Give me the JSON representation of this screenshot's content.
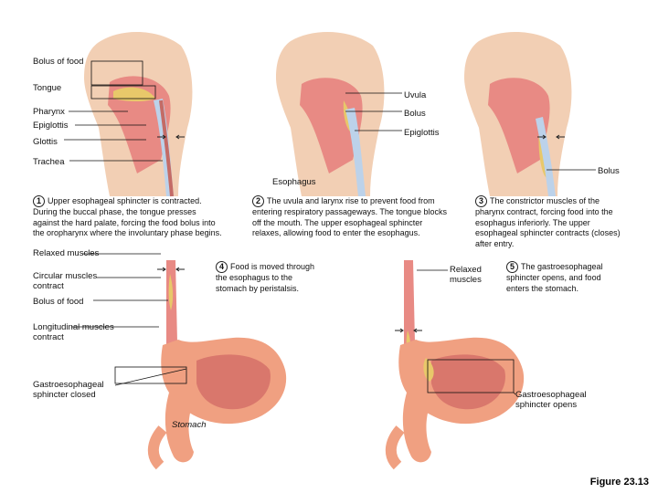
{
  "labels": {
    "bolus_of_food_top": "Bolus of food",
    "tongue": "Tongue",
    "pharynx": "Pharynx",
    "epiglottis_left": "Epiglottis",
    "glottis": "Glottis",
    "trachea": "Trachea",
    "uvula": "Uvula",
    "bolus_mid": "Bolus",
    "epiglottis_mid": "Epiglottis",
    "esophagus": "Esophagus",
    "bolus_right": "Bolus",
    "relaxed_muscles_left": "Relaxed muscles",
    "circular_muscles": "Circular muscles contract",
    "bolus_of_food_left": "Bolus of food",
    "longitudinal_muscles": "Longitudinal muscles contract",
    "gastro_closed": "Gastroesophageal sphincter closed",
    "stomach": "Stomach",
    "relaxed_muscles_right": "Relaxed muscles",
    "gastro_opens": "Gastroesophageal sphincter opens"
  },
  "steps": [
    {
      "number": "1",
      "text": "Upper esophageal sphincter is contracted. During the buccal phase, the tongue presses against the hard palate, forcing the food bolus into the oropharynx where the involuntary phase begins."
    },
    {
      "number": "2",
      "text": "The uvula and larynx rise to prevent food from entering respiratory passageways. The tongue blocks off the mouth. The upper esophageal sphincter relaxes, allowing food to enter the esophagus."
    },
    {
      "number": "3",
      "text": "The constrictor muscles of the pharynx contract, forcing food into the esophagus inferiorly. The upper esophageal sphincter contracts (closes) after entry."
    },
    {
      "number": "4",
      "text": "Food is moved through the esophagus to the stomach by peristalsis."
    },
    {
      "number": "5",
      "text": "The gastroesophageal sphincter opens, and food enters the stomach."
    }
  ],
  "figure_label": "Figure 23.13",
  "colors": {
    "skin": "#f2cfb4",
    "tissue": "#e88a84",
    "stomach": "#f0a081",
    "bolus": "#e8c86a",
    "airway": "#bcd2ea"
  }
}
